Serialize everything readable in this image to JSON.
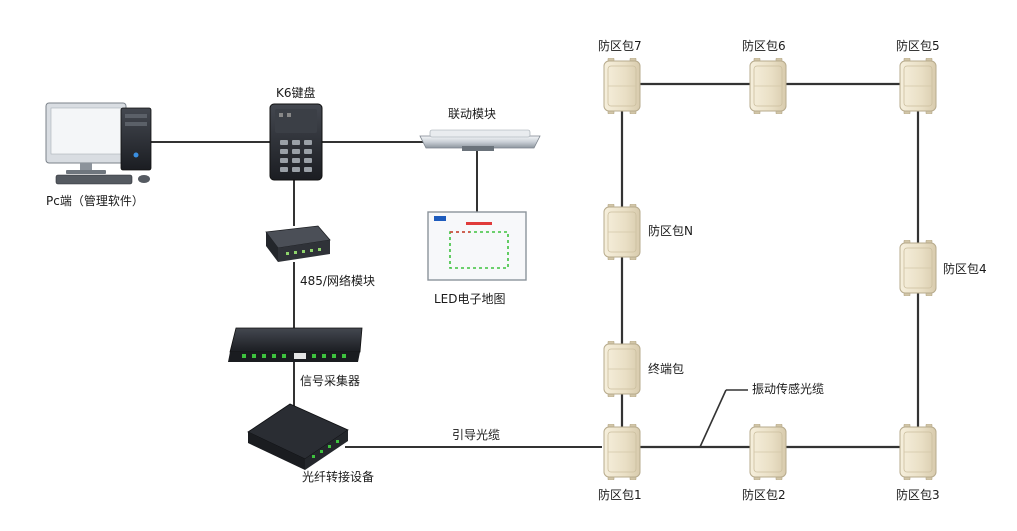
{
  "labels": {
    "pc": "Pc端（管理软件）",
    "keyboard": "K6键盘",
    "linkage_module": "联动模块",
    "network_module": "485/网络模块",
    "led_map": "LED电子地图",
    "signal_collector": "信号采集器",
    "fiber_device": "光纤转接设备",
    "lead_cable": "引导光缆",
    "vibration_cable": "振动传感光缆"
  },
  "zones": {
    "z1": "防区包1",
    "z2": "防区包2",
    "z3": "防区包3",
    "z4": "防区包4",
    "z5": "防区包5",
    "z6": "防区包6",
    "z7": "防区包7",
    "zN": "防区包N",
    "terminal": "终端包"
  },
  "colors": {
    "line": "#333333",
    "enclosure": "#ece3cc",
    "enclosure_stroke": "#b7ab8d",
    "device_dark": "#2b2d33",
    "led_dot": "#3ec23e"
  }
}
